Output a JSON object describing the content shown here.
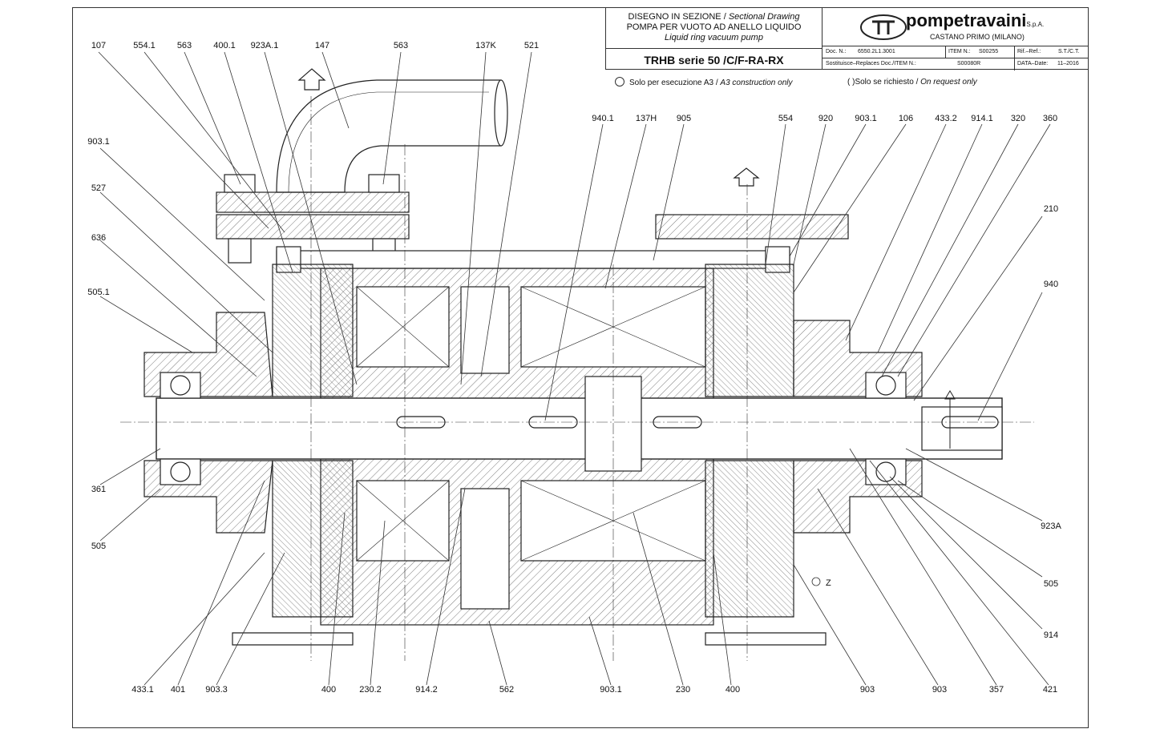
{
  "title_block": {
    "line1": "DISEGNO IN SEZIONE",
    "line1_en": "Sectional Drawing",
    "line2": "POMPA PER VUOTO AD ANELLO LIQUIDO",
    "line3": "Liquid ring vacuum pump",
    "model": "TRHB serie 50 /C/F-RA-RX",
    "company": "pompetravaini",
    "company_suffix": "S.p.A.",
    "location": "CASTANO PRIMO (MILANO)",
    "doc_label": "Doc. N.:",
    "doc_value": "6550.2L1.3001",
    "item_label": "ITEM N.:",
    "item_value": "S00255",
    "ref_label": "Rif.–Ref.:",
    "ref_value": "S.T./C.T.",
    "replaces_label": "Sostituisce–Replaces Doc./ITEM N.:",
    "replaces_value": "S00080R",
    "date_label": "DATA–Date:",
    "date_value": "11–2016"
  },
  "notes": {
    "a3_it": "Solo per esecuzione A3 /",
    "a3_en": "A3 construction only",
    "request_it": "( )Solo se richiesto /",
    "request_en": "On request only"
  },
  "callouts": {
    "top": [
      "107",
      "554.1",
      "563",
      "400.1",
      "923A.1",
      "147",
      "563",
      "137K",
      "521"
    ],
    "mid_top": [
      "940.1",
      "137H",
      "905",
      "554",
      "920",
      "903.1",
      "106",
      "433.2",
      "914.1",
      "320",
      "360"
    ],
    "left": [
      "903.1",
      "527",
      "636",
      "505.1",
      "361",
      "505"
    ],
    "right": [
      "210",
      "940",
      "923A",
      "505",
      "914"
    ],
    "bottom": [
      "433.1",
      "401",
      "903.3",
      "400",
      "230.2",
      "914.2",
      "562",
      "903.1",
      "230",
      "400",
      "903",
      "903",
      "357",
      "421"
    ],
    "rotation": "Z"
  }
}
